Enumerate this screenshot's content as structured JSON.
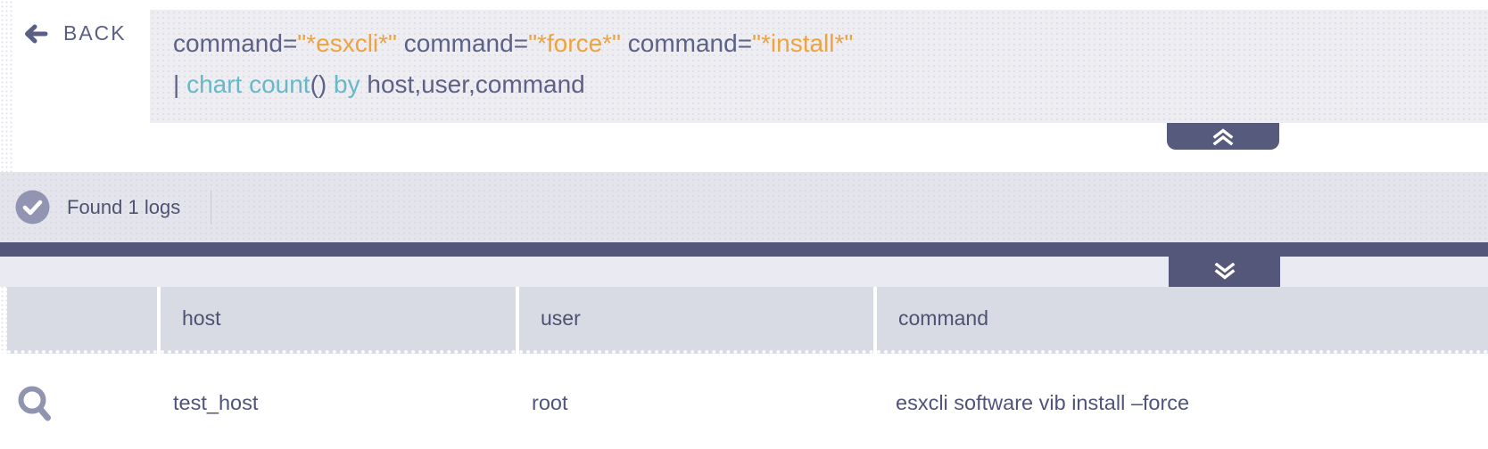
{
  "colors": {
    "accent_orange": "#eda43f",
    "accent_teal": "#68b8c8",
    "slate_text": "#5b6187",
    "dark_bar": "#54577a",
    "query_bar_bg": "#ededf2",
    "status_bar_bg": "#e4e5ec",
    "table_header_bg": "#d8dbe4"
  },
  "back": {
    "icon": "arrow-left-icon",
    "label": "BACK"
  },
  "query": {
    "line1": [
      "command=",
      "\"*esxcli*\" ",
      "command=",
      "\"*force*\" ",
      "command=",
      "\"*install*\""
    ],
    "line2": [
      "| ",
      "chart count",
      "()",
      " by ",
      "host,user,command"
    ]
  },
  "collapse": {
    "top_icon": "chevrons-up-icon",
    "bottom_icon": "chevrons-down-icon"
  },
  "status": {
    "icon": "check-circle-icon",
    "label": "Found 1 logs"
  },
  "table": {
    "headers": [
      "",
      "host",
      "user",
      "command"
    ],
    "row_icon": "magnifier-icon",
    "rows": [
      {
        "host": "test_host",
        "user": "root",
        "command": "esxcli software vib install –force"
      }
    ]
  }
}
